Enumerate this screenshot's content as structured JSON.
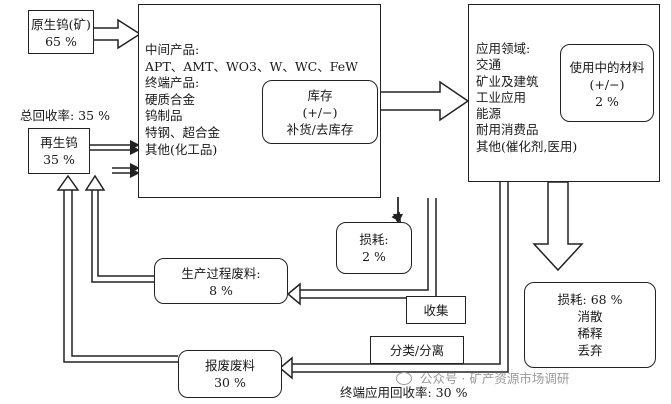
{
  "sources": {
    "primary": {
      "name": "原生钨(矿)",
      "pct": "65 %"
    },
    "recycled": {
      "name": "再生钨",
      "pct": "35 %"
    },
    "overall_recovery": "总回收率: 35 %"
  },
  "production": {
    "lines": [
      "中间产品:",
      "APT、AMT、WO3、W、WC、FeW",
      "终端产品:",
      "硬质合金",
      "钨制品",
      "特钢、超合金",
      "其他(化工品)"
    ]
  },
  "inventory": {
    "lines": [
      "库存",
      "(+/−)",
      "补货/去库存"
    ]
  },
  "applications": {
    "lines": [
      "应用领域:",
      "交通",
      "矿业及建筑",
      "工业应用",
      "能源",
      "耐用消费品",
      "其他(催化剂,医用)"
    ]
  },
  "in_use": {
    "lines": [
      "使用中的材料",
      "(+/−)",
      "2 %"
    ]
  },
  "loss_process": {
    "lines": [
      "损耗:",
      "2 %"
    ]
  },
  "process_scrap": {
    "lines": [
      "生产过程废料:",
      "8 %"
    ]
  },
  "loss_use": {
    "lines": [
      "损耗: 68 %",
      "消散",
      "稀释",
      "丢弃"
    ]
  },
  "collect_label": "收集",
  "sort_label": "分类/分离",
  "scrap_waste": {
    "lines": [
      "报废废料",
      "30 %"
    ]
  },
  "end_of_life_recovery": "终端应用回收率: 30 %",
  "watermark": "公众号 · 矿产资源市场调研"
}
